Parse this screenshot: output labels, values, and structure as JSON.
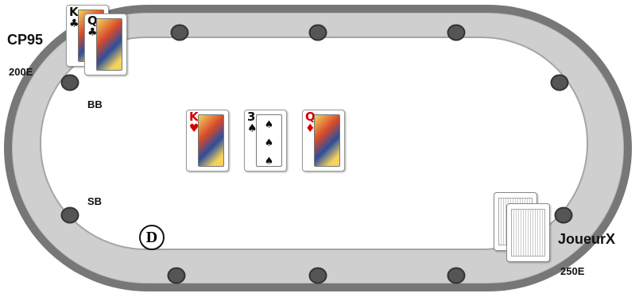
{
  "players": {
    "opponent": {
      "name": "CP95",
      "chips": "200E",
      "position": "BB",
      "hole_cards": [
        {
          "rank": "K",
          "suit": "♣",
          "color": "black"
        },
        {
          "rank": "Q",
          "suit": "♣",
          "color": "black"
        }
      ]
    },
    "hero": {
      "name": "JoueurX",
      "chips": "250E"
    }
  },
  "small_blind_label": "SB",
  "dealer_button": "D",
  "board": [
    {
      "rank": "K",
      "suit": "♥",
      "color": "red"
    },
    {
      "rank": "3",
      "suit": "♠",
      "color": "black"
    },
    {
      "rank": "Q",
      "suit": "♦",
      "color": "red"
    }
  ]
}
